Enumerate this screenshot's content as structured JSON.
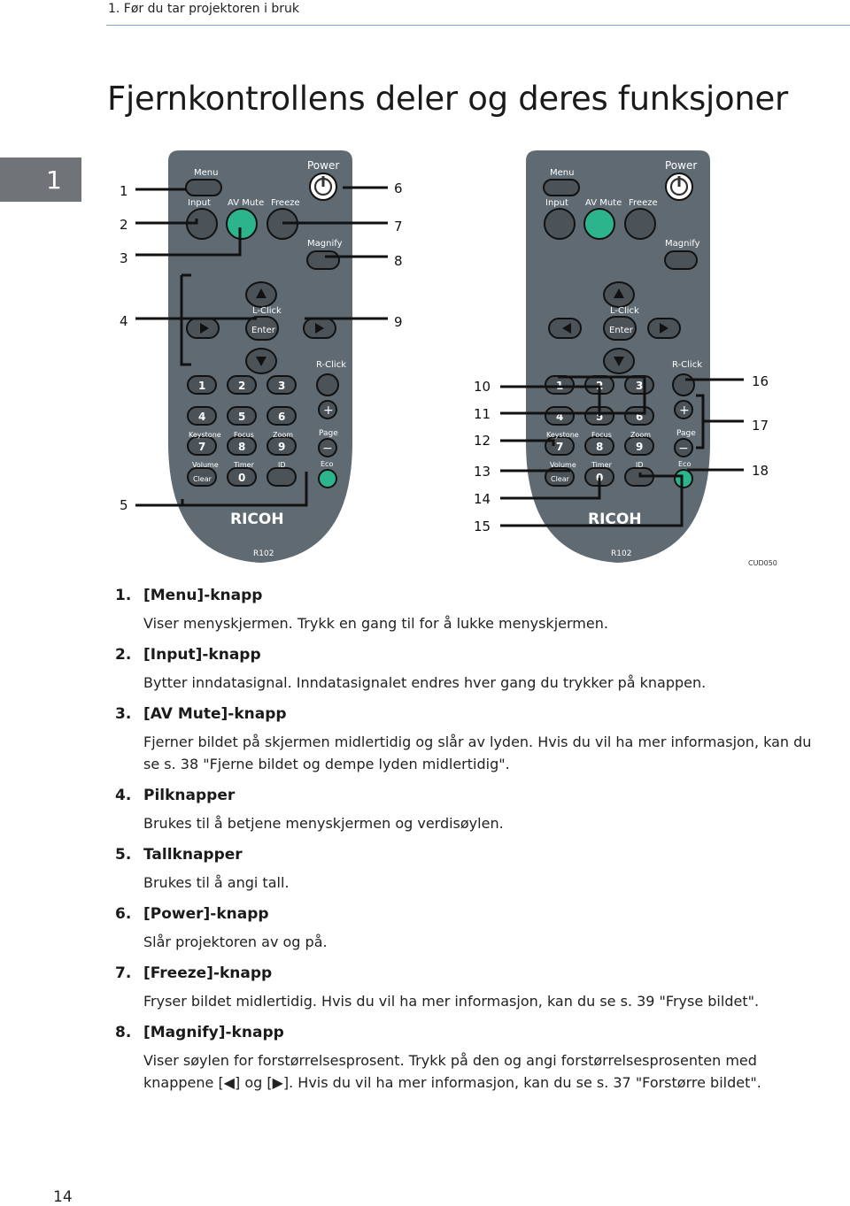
{
  "header": {
    "section": "1. Før du tar projektoren i bruk"
  },
  "chapter_tab": "1",
  "title": "Fjernkontrollens deler og deres funksjoner",
  "figure": {
    "code": "CUD050",
    "remote": {
      "menu": "Menu",
      "power": "Power",
      "input": "Input",
      "av_mute": "AV Mute",
      "freeze": "Freeze",
      "magnify": "Magnify",
      "l_click": "L-Click",
      "enter": "Enter",
      "r_click": "R-Click",
      "digits": [
        "1",
        "2",
        "3",
        "4",
        "5",
        "6",
        "7",
        "8",
        "9",
        "0"
      ],
      "keystone": "Keystone",
      "focus": "Focus",
      "zoom": "Zoom",
      "page": "Page",
      "volume": "Volume",
      "timer": "Timer",
      "id": "ID",
      "eco": "Eco",
      "clear": "Clear",
      "plus": "+",
      "minus": "−",
      "brand": "RICOH",
      "model": "R102"
    },
    "callouts": [
      "1",
      "2",
      "3",
      "4",
      "5",
      "6",
      "7",
      "8",
      "9",
      "10",
      "11",
      "12",
      "13",
      "14",
      "15",
      "16",
      "17",
      "18"
    ]
  },
  "items": [
    {
      "num": "1.",
      "title": "[Menu]-knapp",
      "desc": "Viser menyskjermen. Trykk en gang til for å lukke menyskjermen."
    },
    {
      "num": "2.",
      "title": "[Input]-knapp",
      "desc": "Bytter inndatasignal. Inndatasignalet endres hver gang du trykker på knappen."
    },
    {
      "num": "3.",
      "title": "[AV Mute]-knapp",
      "desc": "Fjerner bildet på skjermen midlertidig og slår av lyden. Hvis du vil ha mer informasjon, kan du se s. 38 \"Fjerne bildet og dempe lyden midlertidig\"."
    },
    {
      "num": "4.",
      "title": "Pilknapper",
      "desc": "Brukes til å betjene menyskjermen og verdisøylen."
    },
    {
      "num": "5.",
      "title": "Tallknapper",
      "desc": "Brukes til å angi tall."
    },
    {
      "num": "6.",
      "title": "[Power]-knapp",
      "desc": "Slår projektoren av og på."
    },
    {
      "num": "7.",
      "title": "[Freeze]-knapp",
      "desc": "Fryser bildet midlertidig. Hvis du vil ha mer informasjon, kan du se s. 39 \"Fryse bildet\"."
    },
    {
      "num": "8.",
      "title": "[Magnify]-knapp",
      "desc": "Viser søylen for forstørrelsesprosent. Trykk på den og angi forstørrelsesprosenten med knappene [◀] og [▶]. Hvis du vil ha mer informasjon, kan du se s. 37 \"Forstørre bildet\"."
    }
  ],
  "page_number": "14"
}
